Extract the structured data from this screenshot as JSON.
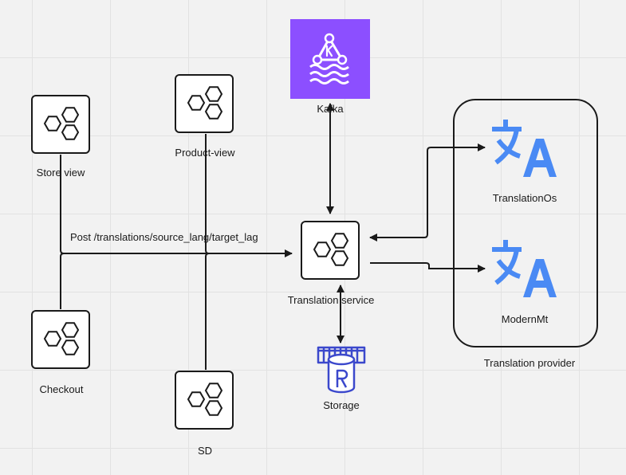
{
  "diagram": {
    "nodes": {
      "store_view": {
        "label": "Store view",
        "icon": "microservice-hexagons-icon"
      },
      "product_view": {
        "label": "Product-view",
        "icon": "microservice-hexagons-icon"
      },
      "checkout": {
        "label": "Checkout",
        "icon": "microservice-hexagons-icon"
      },
      "sd": {
        "label": "SD",
        "icon": "microservice-hexagons-icon"
      },
      "translation_service": {
        "label": "Translation service",
        "icon": "microservice-hexagons-icon"
      },
      "kafka": {
        "label": "Kafka",
        "icon": "kafka-icon",
        "color": "#8c4fff"
      },
      "storage": {
        "label": "Storage",
        "icon": "redis-database-icon",
        "color": "#3b48cc"
      },
      "translation_os": {
        "label": "TranslationOs",
        "icon": "translate-icon",
        "color": "#4a8af4"
      },
      "modern_mt": {
        "label": "ModernMt",
        "icon": "translate-icon",
        "color": "#4a8af4"
      }
    },
    "group": {
      "label": "Translation provider"
    },
    "edges": {
      "clients_to_service": {
        "label": "Post /translations/source_lang/target_lag"
      }
    }
  }
}
